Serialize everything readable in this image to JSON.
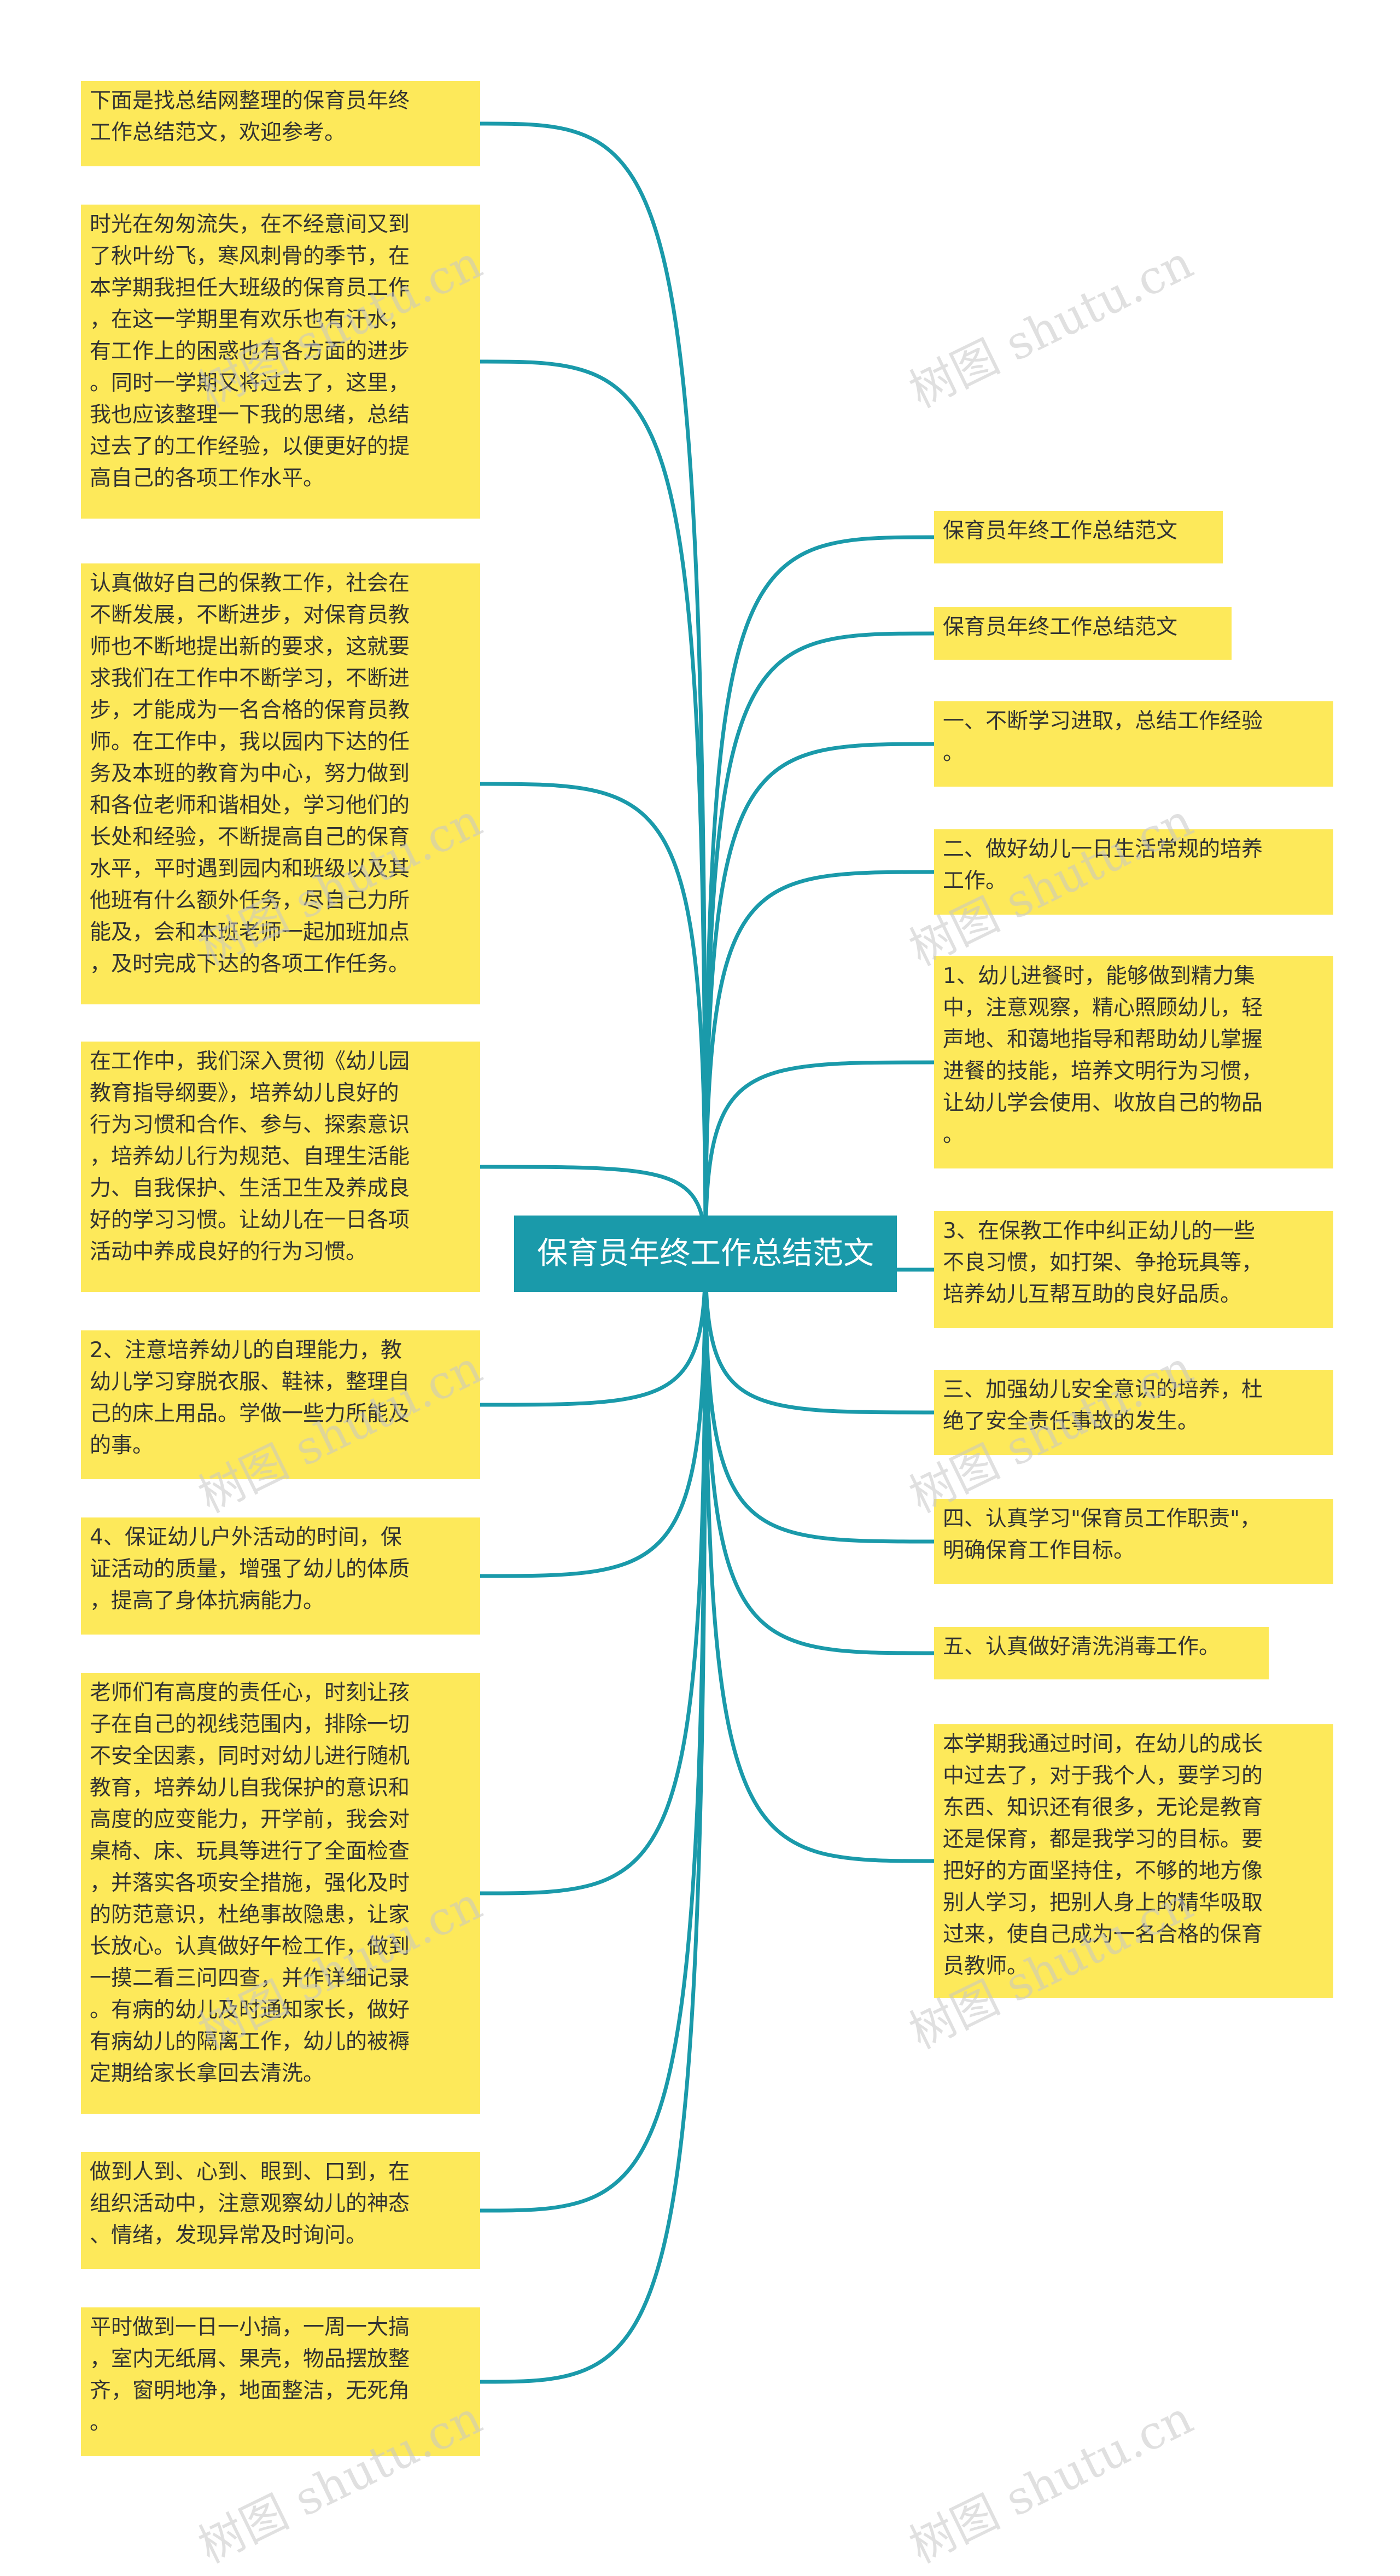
{
  "center": {
    "label": "保育员年终工作总结范文"
  },
  "left_nodes": [
    "下面是找总结网整理的保育员年终\n工作总结范文，欢迎参考。",
    "时光在匆匆流失，在不经意间又到\n了秋叶纷飞，寒风刺骨的季节，在\n本学期我担任大班级的保育员工作\n，在这一学期里有欢乐也有汗水，\n有工作上的困惑也有各方面的进步\n。同时一学期又将过去了，这里，\n我也应该整理一下我的思绪，总结\n过去了的工作经验，以便更好的提\n高自己的各项工作水平。",
    "认真做好自己的保教工作，社会在\n不断发展，不断进步，对保育员教\n师也不断地提出新的要求，这就要\n求我们在工作中不断学习，不断进\n步，才能成为一名合格的保育员教\n师。在工作中，我以园内下达的任\n务及本班的教育为中心，努力做到\n和各位老师和谐相处，学习他们的\n长处和经验，不断提高自己的保育\n水平，平时遇到园内和班级以及其\n他班有什么额外任务，尽自己力所\n能及，会和本班老师一起加班加点\n，及时完成下达的各项工作任务。",
    "在工作中，我们深入贯彻《幼儿园\n教育指导纲要》，培养幼儿良好的\n行为习惯和合作、参与、探索意识\n，培养幼儿行为规范、自理生活能\n力、自我保护、生活卫生及养成良\n好的学习习惯。让幼儿在一日各项\n活动中养成良好的行为习惯。",
    "2、注意培养幼儿的自理能力，教\n幼儿学习穿脱衣服、鞋袜，整理自\n己的床上用品。学做一些力所能及\n的事。",
    "4、保证幼儿户外活动的时间，保\n证活动的质量，增强了幼儿的体质\n，提高了身体抗病能力。",
    "老师们有高度的责任心，时刻让孩\n子在自己的视线范围内，排除一切\n不安全因素，同时对幼儿进行随机\n教育，培养幼儿自我保护的意识和\n高度的应变能力，开学前，我会对\n桌椅、床、玩具等进行了全面检查\n，并落实各项安全措施，强化及时\n的防范意识，杜绝事故隐患，让家\n长放心。认真做好午检工作，做到\n一摸二看三问四查，并作详细记录\n。有病的幼儿及时通知家长，做好\n有病幼儿的隔离工作，幼儿的被褥\n定期给家长拿回去清洗。",
    "做到人到、心到、眼到、口到，在\n组织活动中，注意观察幼儿的神态\n、情绪，发现异常及时询问。",
    "平时做到一日一小搞，一周一大搞\n，室内无纸屑、果壳，物品摆放整\n齐，窗明地净，地面整洁，无死角\n。"
  ],
  "right_nodes": [
    "保育员年终工作总结范文",
    "保育员年终工作总结范文",
    "一、不断学习进取，总结工作经验\n。",
    "二、做好幼儿一日生活常规的培养\n工作。",
    "1、幼儿进餐时，能够做到精力集\n中，注意观察，精心照顾幼儿，轻\n声地、和蔼地指导和帮助幼儿掌握\n进餐的技能，培养文明行为习惯，\n让幼儿学会使用、收放自己的物品\n。",
    "3、在保教工作中纠正幼儿的一些\n不良习惯，如打架、争抢玩具等，\n培养幼儿互帮互助的良好品质。",
    "三、加强幼儿安全意识的培养，杜\n绝了安全责任事故的发生。",
    "四、认真学习\"保育员工作职责\"，\n明确保育工作目标。",
    "五、认真做好清洗消毒工作。",
    "本学期我通过时间，在幼儿的成长\n中过去了，对于我个人，要学习的\n东西、知识还有很多，无论是教育\n还是保育，都是我学习的目标。要\n把好的方面坚持住，不够的地方像\n别人学习，把别人身上的精华吸取\n过来，使自己成为一名合格的保育\n员教师。"
  ],
  "watermark": "树图 shutu.cn",
  "colors": {
    "node_fill": "#fde95a",
    "center_fill": "#1a9aaa",
    "link": "#1a9aaa",
    "text": "#333333",
    "center_text": "#ffffff"
  }
}
